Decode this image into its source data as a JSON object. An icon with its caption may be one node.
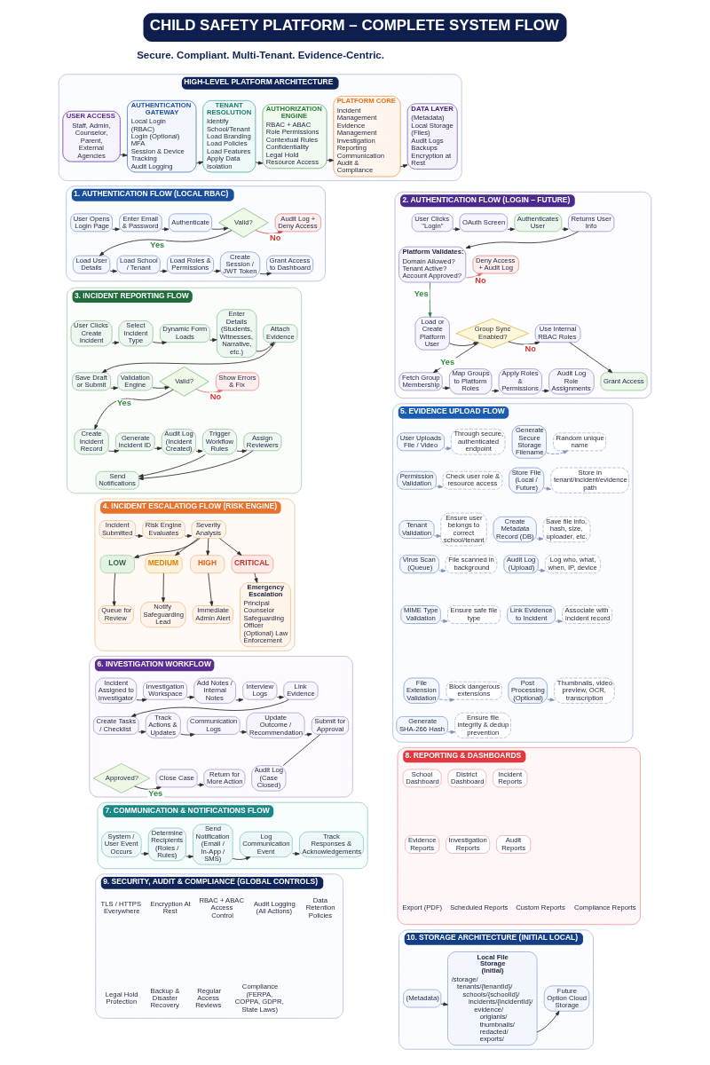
{
  "diagram": {
    "title": "CHILD SAFETY PLATFORM – COMPLETE SYSTEM FLOW",
    "nodes": [
      {
        "text": [
          "HIGH-LEVEL PLATFORM ARCHITECTURE"
        ]
      },
      {
        "text": [
          "USER ACCESS",
          "Staff, Admin, Counselor, Parent, External Agencies"
        ],
        "in": 0
      },
      {
        "text": [
          "AUTHENTICATION GATEWAY",
          "Local Login (RBAC)",
          "Login (Optional)",
          "MFA",
          "Session & Device Tracking",
          "Audit Logging"
        ],
        "in": 0
      },
      {
        "text": [
          "TENANT RESOLUTION",
          "Identify School/Tenant",
          "Load Branding",
          "Load Policies",
          "Load Features",
          "Apply Data Isolation"
        ],
        "in": 0
      },
      {
        "text": [
          "AUTHORIZATION ENGINE",
          "RBAC + ABAC",
          "Role Permissions",
          "Contextual Rules",
          "Confidentiality",
          "Legal Hold",
          "Resource Access"
        ],
        "in": 0
      },
      {
        "text": [
          "PLATFORM CORE",
          "Incident Management",
          "Evidence Management",
          "Investigation",
          "Reporting",
          "Communication",
          "Audit & Compliance"
        ],
        "in": 0
      },
      {
        "text": [
          "DATA LAYER",
          "(Metadata)",
          "Local Storage (Files)",
          "Audit Logs",
          "Backups",
          "Encryption at Rest"
        ],
        "in": 0
      },
      {
        "text": [
          "1. AUTHENTICATION FLOW (LOCAL RBAC)"
        ]
      },
      {
        "text": [
          "User Opens Login Page"
        ],
        "in": 7
      },
      {
        "text": [
          "Enter Email & Password"
        ],
        "in": 7
      },
      {
        "text": [
          "Authenticate"
        ],
        "in": 7
      },
      {
        "text": [
          "Valid?"
        ],
        "in": 7
      },
      {
        "text": [
          "Audit Log + Deny Access"
        ],
        "in": 7
      },
      {
        "text": [
          "Load User Details"
        ],
        "in": 7
      },
      {
        "text": [
          "Load School / Tenant"
        ],
        "in": 7
      },
      {
        "text": [
          "Load Roles & Permissions"
        ],
        "in": 7
      },
      {
        "text": [
          "Create Session / JWT Token"
        ],
        "in": 7
      },
      {
        "text": [
          "Grant Access to Dashboard"
        ],
        "in": 7
      },
      {
        "text": [
          "2. AUTHENTICATION FLOW (LOGIN – FUTURE)"
        ]
      },
      {
        "text": [
          "User Clicks \"Login\""
        ],
        "in": 18
      },
      {
        "text": [
          "OAuth Screen"
        ],
        "in": 18
      },
      {
        "text": [
          "Authenticates User"
        ],
        "in": 18
      },
      {
        "text": [
          "Returns User Info"
        ],
        "in": 18
      },
      {
        "text": [
          "Platform Validates:",
          "Domain Allowed?",
          "Tenant Active?",
          "Account Approved?"
        ],
        "in": 18
      },
      {
        "text": [
          "Deny Access + Audit Log"
        ],
        "in": 18
      },
      {
        "text": [
          "Load or Create Platform User"
        ],
        "in": 18
      },
      {
        "text": [
          "Group Sync Enabled?"
        ],
        "in": 18
      },
      {
        "text": [
          "Use Internal RBAC Roles"
        ],
        "in": 18
      },
      {
        "text": [
          "Fetch Group Membership"
        ],
        "in": 18
      },
      {
        "text": [
          "Map Groups to Platform Roles"
        ],
        "in": 18
      },
      {
        "text": [
          "Apply Roles & Permissions"
        ],
        "in": 18
      },
      {
        "text": [
          "Audit Log Role Assignments"
        ],
        "in": 18
      },
      {
        "text": [
          "Grant Access"
        ],
        "in": 18
      },
      {
        "text": [
          "3. INCIDENT REPORTING FLOW"
        ]
      },
      {
        "text": [
          "User Clicks Create Incident"
        ],
        "in": 33
      },
      {
        "text": [
          "Select Incident Type"
        ],
        "in": 33
      },
      {
        "text": [
          "Dynamic Form Loads"
        ],
        "in": 33
      },
      {
        "text": [
          "Enter Details (Students, Witnesses, Narrative, etc.)"
        ],
        "in": 33
      },
      {
        "text": [
          "Attach Evidence"
        ],
        "in": 33
      },
      {
        "text": [
          "Save Draft or Submit"
        ],
        "in": 33
      },
      {
        "text": [
          "Validation Engine"
        ],
        "in": 33
      },
      {
        "text": [
          "Valid?"
        ],
        "in": 33
      },
      {
        "text": [
          "Show Errors & Fix"
        ],
        "in": 33
      },
      {
        "text": [
          "Create Incident Record"
        ],
        "in": 33
      },
      {
        "text": [
          "Generate Incident ID"
        ],
        "in": 33
      },
      {
        "text": [
          "Audit Log (Incident Created)"
        ],
        "in": 33
      },
      {
        "text": [
          "Trigger Workflow Rules"
        ],
        "in": 33
      },
      {
        "text": [
          "Assign Reviewers"
        ],
        "in": 33
      },
      {
        "text": [
          "Send Notifications"
        ],
        "in": 33
      },
      {
        "text": [
          "4. INCIDENT ESCALATIOG FLOW (RISK ENGINE)"
        ]
      },
      {
        "text": [
          "Incident Submitted"
        ],
        "in": 49
      },
      {
        "text": [
          "Risk Engine Evaluates"
        ],
        "in": 49
      },
      {
        "text": [
          "Severity Analysis"
        ],
        "in": 49
      },
      {
        "text": [
          "LOW"
        ],
        "in": 49
      },
      {
        "text": [
          "Queue for Review"
        ],
        "in": 49
      },
      {
        "text": [
          "MEDIUM"
        ],
        "in": 49
      },
      {
        "text": [
          "Notify Safeguarding Lead"
        ],
        "in": 49
      },
      {
        "text": [
          "HIGH"
        ],
        "in": 49
      },
      {
        "text": [
          "Immediate Admin Alert"
        ],
        "in": 49
      },
      {
        "text": [
          "CRITICAL"
        ],
        "in": 49
      },
      {
        "text": [
          "Emergency Escalation",
          "Principal",
          "Counselor",
          "Safeguarding Officer",
          "(Optional) Law Enforcement"
        ],
        "in": 49
      },
      {
        "text": [
          "5. EVIDENCE UPLOAD FLOW"
        ]
      },
      {
        "text": [
          "User Uploads File / Video"
        ],
        "in": 61
      },
      {
        "text": [
          "Through secure, authenticated endpoint"
        ],
        "in": 61
      },
      {
        "text": [
          "Permission Validation"
        ],
        "in": 61
      },
      {
        "text": [
          "Check user role & resource access"
        ],
        "in": 61
      },
      {
        "text": [
          "Tenant Validation"
        ],
        "in": 61
      },
      {
        "text": [
          "Ensure user belongs to correct school/tenant"
        ],
        "in": 61
      },
      {
        "text": [
          "Virus Scan (Queue)"
        ],
        "in": 61
      },
      {
        "text": [
          "File scanned in background"
        ],
        "in": 61
      },
      {
        "text": [
          "MIME Type Validation"
        ],
        "in": 61
      },
      {
        "text": [
          "Ensure safe file type"
        ],
        "in": 61
      },
      {
        "text": [
          "File Extension Validation"
        ],
        "in": 61
      },
      {
        "text": [
          "Block dangerous extensions"
        ],
        "in": 61
      },
      {
        "text": [
          "Generate SHA-266 Hash"
        ],
        "in": 61
      },
      {
        "text": [
          "Ensure file integrity & dedup prevention"
        ],
        "in": 61
      },
      {
        "text": [
          "Generate Secure Storage Filename"
        ],
        "in": 61
      },
      {
        "text": [
          "Random unique name"
        ],
        "in": 61
      },
      {
        "text": [
          "Store File (Local / Future)"
        ],
        "in": 61
      },
      {
        "text": [
          "Store in tenant/incident/evidence path"
        ],
        "in": 61
      },
      {
        "text": [
          "Create Metadata Record (DB)"
        ],
        "in": 61
      },
      {
        "text": [
          "Save file info, hash, size, uploader, etc."
        ],
        "in": 61
      },
      {
        "text": [
          "Audit Log (Upload)"
        ],
        "in": 61
      },
      {
        "text": [
          "Log who, what, when, IP, device"
        ],
        "in": 61
      },
      {
        "text": [
          "Link Evidence to Incident"
        ],
        "in": 61
      },
      {
        "text": [
          "Associate with incident record"
        ],
        "in": 61
      },
      {
        "text": [
          "Post Processing (Optional)"
        ],
        "in": 61
      },
      {
        "text": [
          "Thumbnails, video preview, OCR, transcription"
        ],
        "in": 61
      },
      {
        "text": [
          "6. INVESTIGATION WORKFLOW"
        ]
      },
      {
        "text": [
          "Incident Assigned to Investigator"
        ],
        "in": 88
      },
      {
        "text": [
          "Investigation Workspace"
        ],
        "in": 88
      },
      {
        "text": [
          "Add Notes / Internal Notes"
        ],
        "in": 88
      },
      {
        "text": [
          "Interview Logs"
        ],
        "in": 88
      },
      {
        "text": [
          "Link Evidence"
        ],
        "in": 88
      },
      {
        "text": [
          "Create Tasks / Checklist"
        ],
        "in": 88
      },
      {
        "text": [
          "Track Actions & Updates"
        ],
        "in": 88
      },
      {
        "text": [
          "Communication Logs"
        ],
        "in": 88
      },
      {
        "text": [
          "Update Outcome / Recommendation"
        ],
        "in": 88
      },
      {
        "text": [
          "Submit for Approval"
        ],
        "in": 88
      },
      {
        "text": [
          "Approved?"
        ],
        "in": 88
      },
      {
        "text": [
          "Close Case"
        ],
        "in": 88
      },
      {
        "text": [
          "Return for More Action"
        ],
        "in": 88
      },
      {
        "text": [
          "Audit Log (Case Closed)"
        ],
        "in": 88
      },
      {
        "text": [
          "7. COMMUNICATION & NOTIFICATIONS FLOW"
        ]
      },
      {
        "text": [
          "System / User Event Occurs"
        ],
        "in": 103
      },
      {
        "text": [
          "Determine Recipients (Roles / Rules)"
        ],
        "in": 103
      },
      {
        "text": [
          "Send Notification (Email / In-App / SMS)"
        ],
        "in": 103
      },
      {
        "text": [
          "Log Communication Event"
        ],
        "in": 103
      },
      {
        "text": [
          "Track Responses & Acknowledgements"
        ],
        "in": 103
      },
      {
        "text": [
          "8. REPORTING & DASHBOARDS"
        ]
      },
      {
        "text": [
          "School Dashboard"
        ],
        "in": 109
      },
      {
        "text": [
          "District Dashboard"
        ],
        "in": 109
      },
      {
        "text": [
          "Incident Reports"
        ],
        "in": 109
      },
      {
        "text": [
          "Evidence Reports"
        ],
        "in": 109
      },
      {
        "text": [
          "Investigation Reports"
        ],
        "in": 109
      },
      {
        "text": [
          "Audit Reports"
        ],
        "in": 109
      },
      {
        "text": [
          "9. SECURITY, AUDIT & COMPLIANCE (GLOBAL CONTROLS)"
        ]
      },
      {
        "text": [
          "TLS / HTTPS Everywhere"
        ],
        "in": 116
      },
      {
        "text": [
          "Encryption At Rest"
        ],
        "in": 116
      },
      {
        "text": [
          "RBAC + ABAC Access Control"
        ],
        "in": 116
      },
      {
        "text": [
          "Audit Logging (All Actions)"
        ],
        "in": 116
      },
      {
        "text": [
          "Data Retention Policies"
        ],
        "in": 116
      },
      {
        "text": [
          "Legal Hold Protection"
        ],
        "in": 116
      },
      {
        "text": [
          "Backup & Disaster Recovery"
        ],
        "in": 116
      },
      {
        "text": [
          "Regular Access Reviews"
        ],
        "in": 116
      },
      {
        "text": [
          "Compliance (FERPA, COPPA, GDPR, State Laws)"
        ],
        "in": 116
      },
      {
        "text": [
          "10. STORAGE ARCHITECTURE (INITIAL LOCAL)"
        ]
      },
      {
        "text": [
          "(Metadata)"
        ],
        "in": 126
      },
      {
        "text": [
          "Local File Storage (Initial)",
          "/storage/",
          "tenants/{tenantId}/",
          "schools/{schoolId}/",
          "incidents/{incidentId}/",
          "evidence/",
          "origianls/",
          "thumbnails/",
          "redacted/",
          "exports/"
        ],
        "in": 126
      },
      {
        "text": [
          "Future Option Cloud Storage"
        ],
        "in": 126
      }
    ],
    "edges": [
      {
        "from": 1,
        "to": 2,
        "arrow": "to"
      },
      {
        "from": 2,
        "to": 3,
        "arrow": "to"
      },
      {
        "from": 3,
        "to": 4,
        "arrow": "to"
      },
      {
        "from": 4,
        "to": 5,
        "arrow": "to"
      },
      {
        "from": 5,
        "to": 6,
        "arrow": "to"
      },
      {
        "from": 8,
        "to": 9,
        "arrow": "to"
      },
      {
        "from": 9,
        "to": 10,
        "arrow": "to"
      },
      {
        "from": 10,
        "to": 11,
        "arrow": "to"
      },
      {
        "from": 11,
        "to": 12,
        "arrow": "to",
        "label": "No",
        "color": "#e0443e"
      },
      {
        "from": 11,
        "to": 13,
        "arrow": "to",
        "label": "Yes"
      },
      {
        "from": 13,
        "to": 14,
        "arrow": "to"
      },
      {
        "from": 14,
        "to": 15,
        "arrow": "to"
      },
      {
        "from": 15,
        "to": 16,
        "arrow": "to"
      },
      {
        "from": 16,
        "to": 17,
        "arrow": "to"
      },
      {
        "from": 19,
        "to": 20,
        "arrow": "to"
      },
      {
        "from": 20,
        "to": 21,
        "arrow": "to"
      },
      {
        "from": 21,
        "to": 22,
        "arrow": "to"
      },
      {
        "from": 22,
        "to": 23,
        "arrow": "to"
      },
      {
        "from": 23,
        "to": 24,
        "arrow": "to",
        "label": "No",
        "color": "#e06a6a"
      },
      {
        "from": 23,
        "to": 25,
        "arrow": "to",
        "label": "Yes",
        "color": "#2e8b3e"
      },
      {
        "from": 25,
        "to": 26,
        "arrow": "to"
      },
      {
        "from": 26,
        "to": 27,
        "arrow": "to",
        "label": "No"
      },
      {
        "from": 26,
        "to": 28,
        "arrow": "to",
        "label": "Yes"
      },
      {
        "from": 28,
        "to": 29,
        "arrow": "to"
      },
      {
        "from": 29,
        "to": 30,
        "arrow": "to"
      },
      {
        "from": 30,
        "to": 31,
        "arrow": "to"
      },
      {
        "from": 27,
        "to": 32,
        "arrow": "to"
      },
      {
        "from": 34,
        "to": 35,
        "arrow": "to"
      },
      {
        "from": 35,
        "to": 36,
        "arrow": "to"
      },
      {
        "from": 36,
        "to": 37,
        "arrow": "to"
      },
      {
        "from": 37,
        "to": 38,
        "arrow": "to"
      },
      {
        "from": 38,
        "to": 39,
        "arrow": "to"
      },
      {
        "from": 39,
        "to": 40,
        "arrow": "to"
      },
      {
        "from": 40,
        "to": 41,
        "arrow": "to"
      },
      {
        "from": 41,
        "to": 42,
        "arrow": "to",
        "label": "No",
        "color": "#e06a6a"
      },
      {
        "from": 41,
        "to": 43,
        "arrow": "to",
        "label": "Yes"
      },
      {
        "from": 43,
        "to": 44,
        "arrow": "to"
      },
      {
        "from": 44,
        "to": 45,
        "arrow": "to"
      },
      {
        "from": 45,
        "to": 46,
        "arrow": "to"
      },
      {
        "from": 46,
        "to": 47,
        "arrow": "to"
      },
      {
        "from": 46,
        "to": 48,
        "arrow": "to"
      },
      {
        "from": 47,
        "to": 48,
        "arrow": "to"
      },
      {
        "from": 50,
        "to": 51,
        "arrow": "to"
      },
      {
        "from": 51,
        "to": 52,
        "arrow": "to"
      },
      {
        "from": 52,
        "to": 53,
        "arrow": "to"
      },
      {
        "from": 52,
        "to": 55,
        "arrow": "to"
      },
      {
        "from": 52,
        "to": 57,
        "arrow": "to"
      },
      {
        "from": 52,
        "to": 59,
        "arrow": "to"
      },
      {
        "from": 53,
        "to": 54,
        "arrow": "to"
      },
      {
        "from": 55,
        "to": 56,
        "arrow": "to"
      },
      {
        "from": 57,
        "to": 58,
        "arrow": "to"
      },
      {
        "from": 59,
        "to": 60,
        "arrow": "to"
      },
      {
        "from": 62,
        "to": 63,
        "arrow": "to",
        "style": "dashed",
        "color": "#7f90b5"
      },
      {
        "from": 64,
        "to": 65,
        "arrow": "to",
        "style": "dashed",
        "color": "#7f90b5"
      },
      {
        "from": 66,
        "to": 67,
        "arrow": "to",
        "style": "dashed",
        "color": "#7f90b5"
      },
      {
        "from": 68,
        "to": 69,
        "arrow": "to",
        "style": "dashed",
        "color": "#7f90b5"
      },
      {
        "from": 70,
        "to": 71,
        "arrow": "to",
        "style": "dashed",
        "color": "#7f90b5"
      },
      {
        "from": 72,
        "to": 73,
        "arrow": "to",
        "style": "dashed",
        "color": "#7f90b5"
      },
      {
        "from": 74,
        "to": 75,
        "arrow": "to",
        "style": "dashed",
        "color": "#7f90b5"
      },
      {
        "from": 76,
        "to": 77,
        "arrow": "to",
        "style": "dashed",
        "color": "#7f90b5"
      },
      {
        "from": 78,
        "to": 79,
        "arrow": "to",
        "style": "dashed",
        "color": "#7f90b5"
      },
      {
        "from": 80,
        "to": 81,
        "arrow": "to",
        "style": "dashed",
        "color": "#7f90b5"
      },
      {
        "from": 82,
        "to": 83,
        "arrow": "to",
        "style": "dashed",
        "color": "#7f90b5"
      },
      {
        "from": 84,
        "to": 85,
        "arrow": "to",
        "style": "dashed",
        "color": "#7f90b5"
      },
      {
        "from": 86,
        "to": 87,
        "arrow": "to",
        "style": "dashed",
        "color": "#7f90b5"
      },
      {
        "from": 89,
        "to": 90,
        "arrow": "to"
      },
      {
        "from": 90,
        "to": 91,
        "arrow": "to"
      },
      {
        "from": 91,
        "to": 92,
        "arrow": "to"
      },
      {
        "from": 92,
        "to": 93,
        "arrow": "to"
      },
      {
        "from": 93,
        "to": 94,
        "arrow": "to"
      },
      {
        "from": 94,
        "to": 95,
        "arrow": "to"
      },
      {
        "from": 95,
        "to": 96,
        "arrow": "to"
      },
      {
        "from": 96,
        "to": 97,
        "arrow": "to"
      },
      {
        "from": 97,
        "to": 98,
        "arrow": "to"
      },
      {
        "from": 98,
        "to": 102,
        "arrow": "none"
      },
      {
        "from": 99,
        "to": 100,
        "arrow": "to",
        "label": "Yes"
      },
      {
        "from": 100,
        "to": 101,
        "arrow": "to"
      },
      {
        "from": 104,
        "to": 105,
        "arrow": "to"
      },
      {
        "from": 105,
        "to": 106,
        "arrow": "to"
      },
      {
        "from": 106,
        "to": 107,
        "arrow": "to"
      },
      {
        "from": 107,
        "to": 108,
        "arrow": "to"
      },
      {
        "from": 127,
        "to": 128,
        "arrow": "to"
      },
      {
        "from": 128,
        "to": 129,
        "arrow": "to"
      }
    ],
    "labels": [
      "Secure. Compliant. Multi-Tenant. Evidence-Centric.",
      "Export (PDF)",
      "Scheduled Reports",
      "Custom Reports",
      "Compliance Reports"
    ]
  }
}
